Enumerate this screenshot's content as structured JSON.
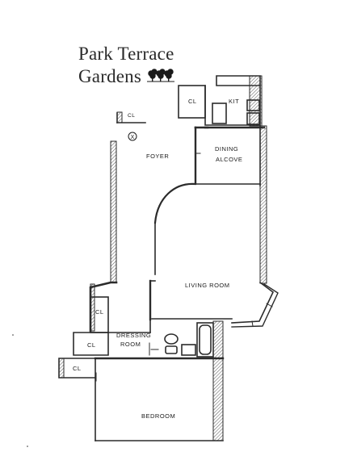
{
  "brand": {
    "line1": "Park Terrace",
    "line2": "Gardens",
    "emblem_icon": "trees-icon"
  },
  "rooms": {
    "foyer": "FOYER",
    "dining_line1": "DINING",
    "dining_line2": "ALCOVE",
    "kitchen": "KIT",
    "closet_top": "CL",
    "closet_small_top": "CL",
    "living": "LIVING ROOM",
    "dressing_line1": "DRESSING",
    "dressing_line2": "ROOM",
    "closet_dressing_upper": "CL",
    "closet_dressing_lower": "CL",
    "closet_bedroom": "CL",
    "bedroom": "BEDROOM"
  },
  "markers": {
    "entry": "X"
  },
  "colors": {
    "ink": "#1a1a1a",
    "wall": "#2b2b2b",
    "hatch": "#555555"
  }
}
